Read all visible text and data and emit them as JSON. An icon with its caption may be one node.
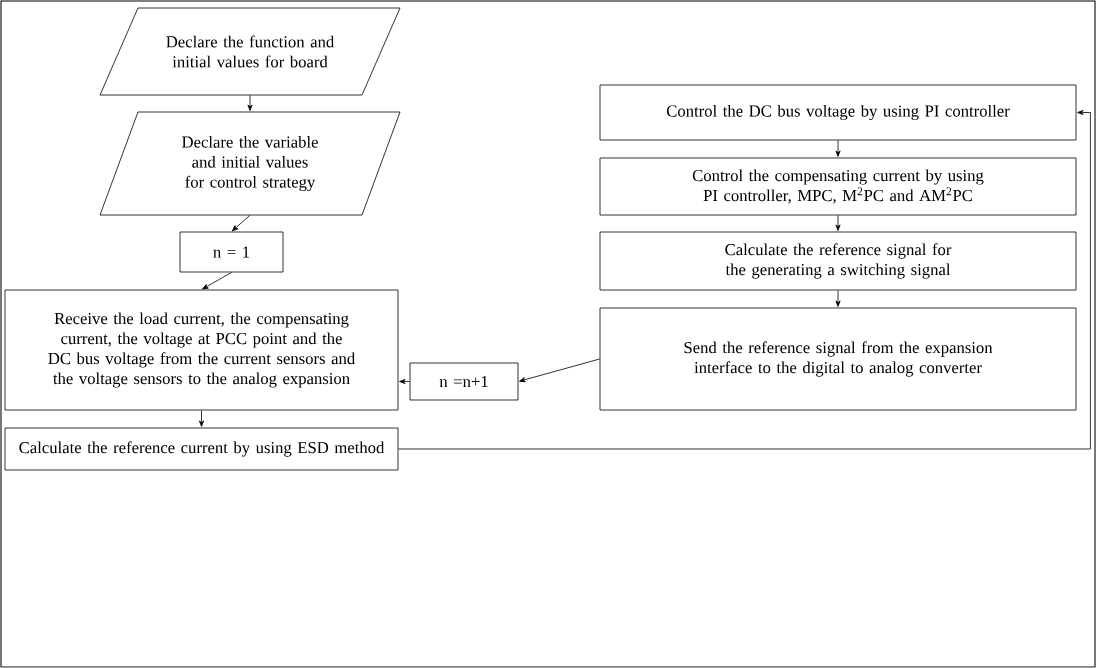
{
  "diagram": {
    "nodes": [
      {
        "text": [
          "Declare the function and initial values for board"
        ]
      },
      {
        "text": [
          "Declare the variable and initial values for control strategy"
        ]
      },
      {
        "text": [
          "n = 1"
        ]
      },
      {
        "text": [
          "Receive the load current, the compensating current, the voltage at PCC point and the DC bus voltage from the current sensors and the voltage sensors to the analog expansion"
        ]
      },
      {
        "text": [
          "n =n+1"
        ]
      },
      {
        "text": [
          "Calculate the reference current by using ESD method"
        ]
      },
      {
        "text": [
          "Control the DC bus voltage by using PI controller"
        ]
      },
      {
        "text": [
          "Control the compensating current by using PI controller, MPC, M$^{2}$PC and AM$^{2}$PC"
        ]
      },
      {
        "text": [
          "Calculate the reference signal for the generating a switching signal"
        ]
      },
      {
        "text": [
          "Send the reference signal from the expansion interface to the digital to analog converter"
        ]
      }
    ],
    "edges": [
      {
        "from": 0,
        "to": 1,
        "arrow": "to"
      },
      {
        "from": 1,
        "to": 2,
        "arrow": "to"
      },
      {
        "from": 2,
        "to": 3,
        "arrow": "to"
      },
      {
        "from": 3,
        "to": 5,
        "arrow": "to"
      },
      {
        "from": 5,
        "to": 6,
        "arrow": "to"
      },
      {
        "from": 6,
        "to": 7,
        "arrow": "to"
      },
      {
        "from": 7,
        "to": 8,
        "arrow": "to"
      },
      {
        "from": 8,
        "to": 9,
        "arrow": "to"
      },
      {
        "from": 9,
        "to": 4,
        "arrow": "to"
      },
      {
        "from": 4,
        "to": 3,
        "arrow": "to"
      }
    ]
  }
}
